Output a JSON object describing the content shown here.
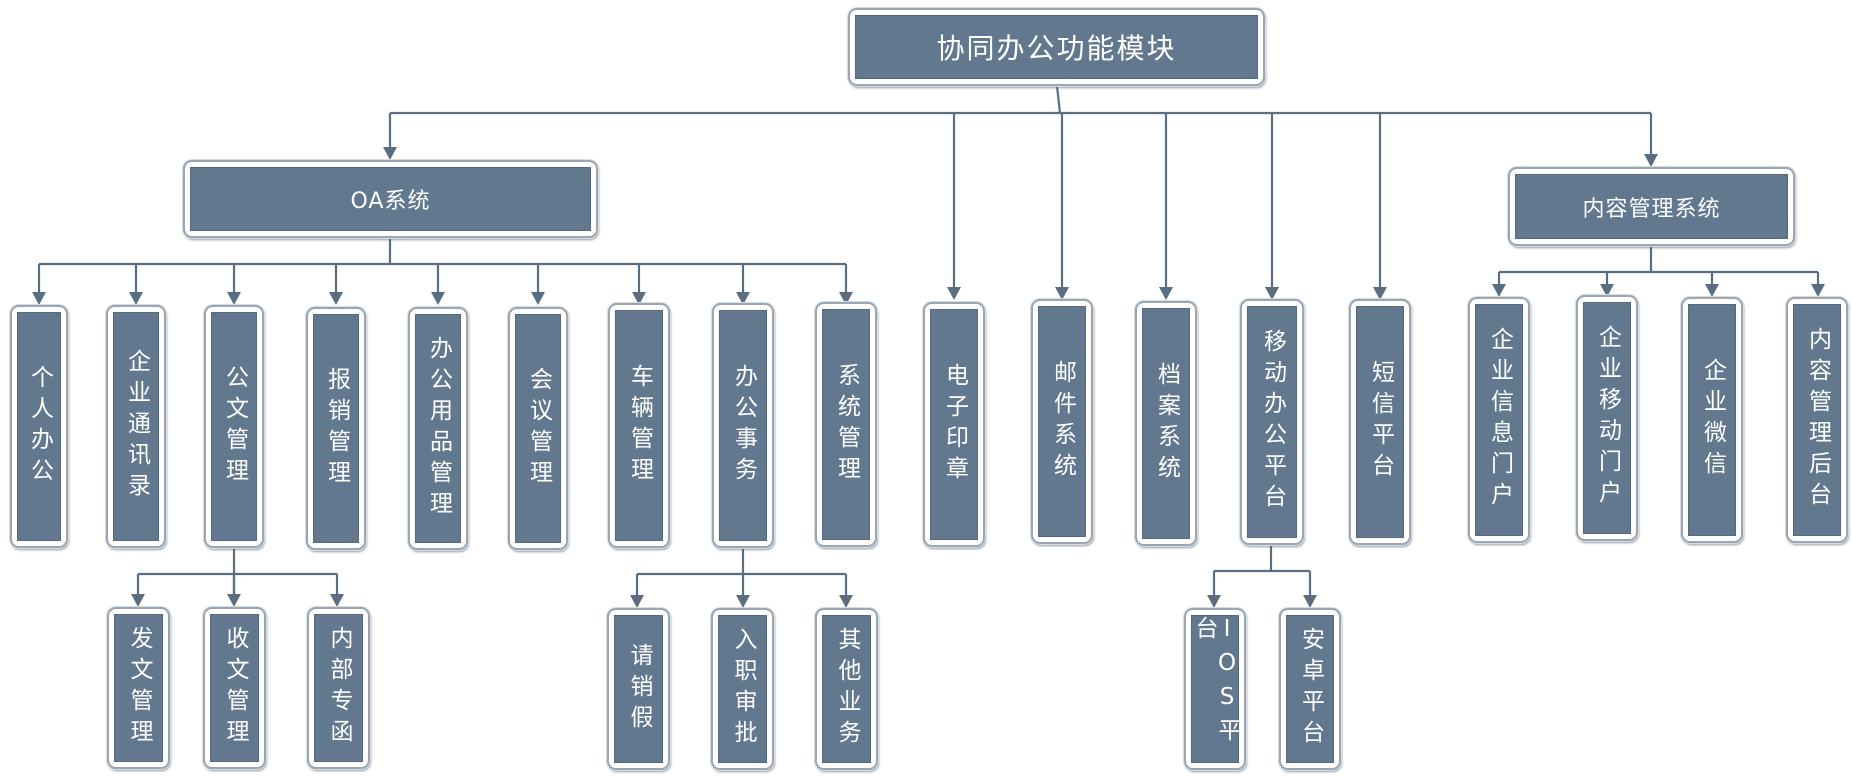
{
  "root": {
    "label": "协同办公功能模块"
  },
  "branches": {
    "oa": {
      "label": "OA系统",
      "children": [
        {
          "label": "个人办公"
        },
        {
          "label": "企业通讯录"
        },
        {
          "label": "公文管理",
          "children": [
            {
              "label": "发文管理"
            },
            {
              "label": "收文管理"
            },
            {
              "label": "内部专函"
            }
          ]
        },
        {
          "label": "报销管理"
        },
        {
          "label": "办公用品管理"
        },
        {
          "label": "会议管理"
        },
        {
          "label": "车辆管理"
        },
        {
          "label": "办公事务",
          "children": [
            {
              "label": "请销假"
            },
            {
              "label": "入职审批"
            },
            {
              "label": "其他业务"
            }
          ]
        },
        {
          "label": "系统管理"
        }
      ]
    },
    "direct": [
      {
        "label": "电子印章"
      },
      {
        "label": "邮件系统"
      },
      {
        "label": "档案系统"
      },
      {
        "label": "移动办公平台",
        "children": [
          {
            "label": "IOS平台"
          },
          {
            "label": "安卓平台"
          }
        ]
      },
      {
        "label": "短信平台"
      }
    ],
    "cms": {
      "label": "内容管理系统",
      "children": [
        {
          "label": "企业信息门户"
        },
        {
          "label": "企业移动门户"
        },
        {
          "label": "企业微信"
        },
        {
          "label": "内容管理后台"
        }
      ]
    }
  },
  "colors": {
    "box_fill": "#62788e",
    "line": "#5a6e82",
    "text": "#ffffff"
  }
}
